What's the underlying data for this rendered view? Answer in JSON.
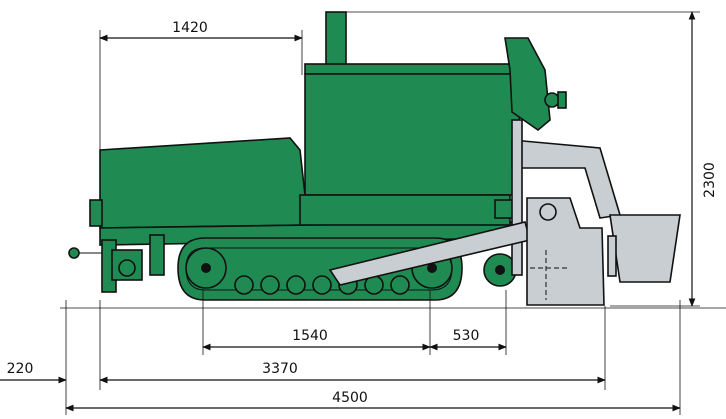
{
  "diagram": {
    "colors": {
      "machine_body": "#1f8b52",
      "attachment": "#c9ced2",
      "line": "#111111",
      "background": "#ffffff"
    },
    "dimensions": {
      "cab_width": "1420",
      "height": "2300",
      "track_length": "1540",
      "screed_offset": "530",
      "rear_overhang": "220",
      "wheelbase_total": "3370",
      "overall_length": "4500"
    }
  }
}
